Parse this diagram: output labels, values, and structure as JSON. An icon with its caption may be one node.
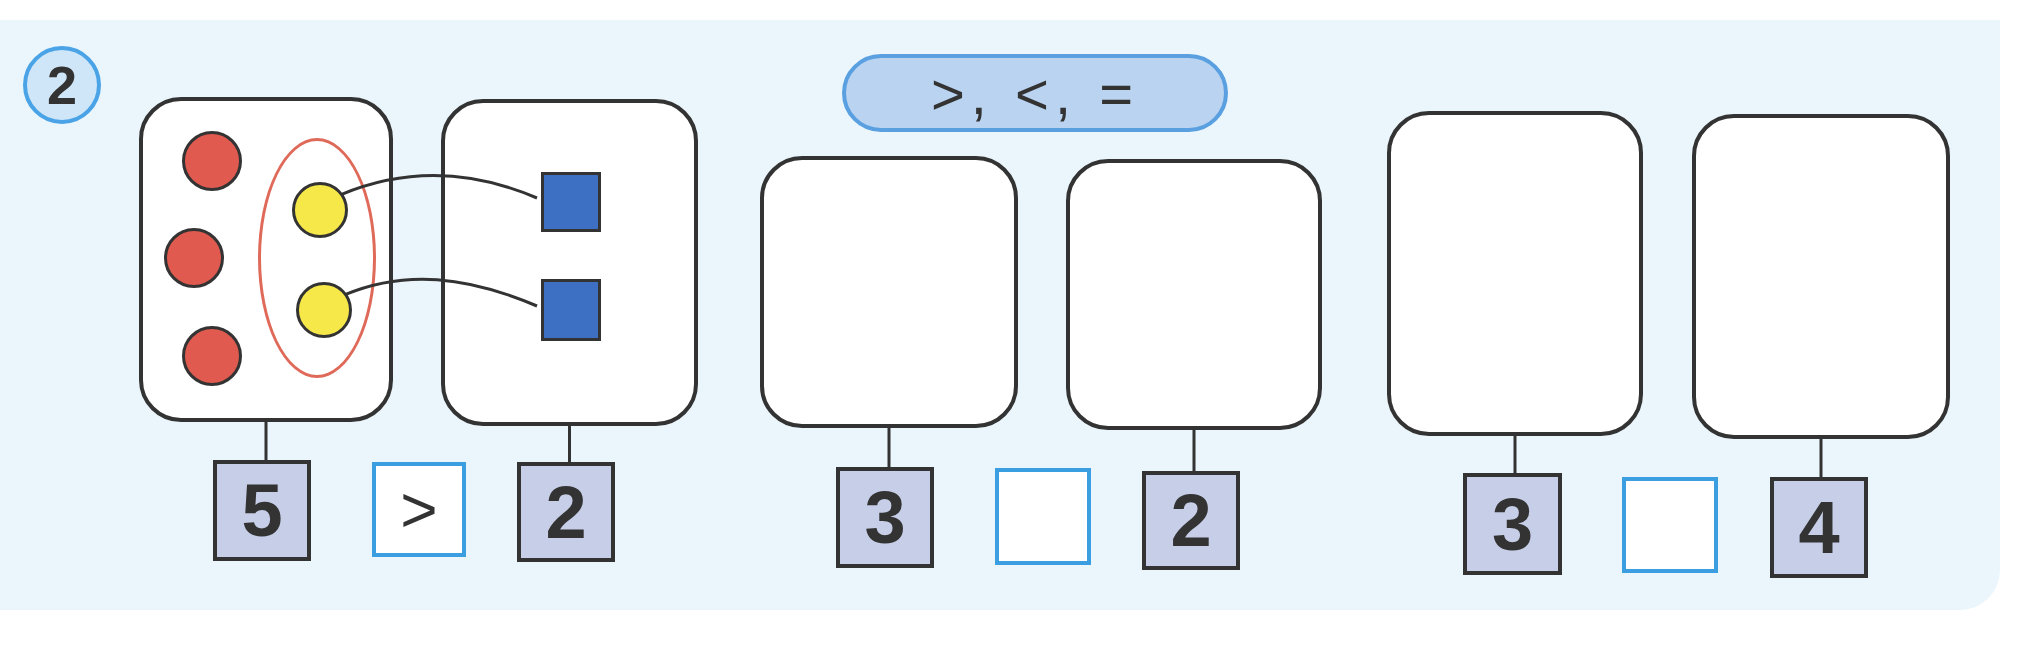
{
  "diagram": {
    "nodes": [
      {
        "text": [
          "2"
        ]
      },
      {
        "text": [
          ">, <, ="
        ]
      },
      {
        "text": [],
        "shape": "box"
      },
      {
        "text": [],
        "shape": "circle",
        "in": 2
      },
      {
        "text": [],
        "shape": "circle",
        "in": 2
      },
      {
        "text": [],
        "shape": "circle",
        "in": 2
      },
      {
        "text": [],
        "shape": "ellipse",
        "in": 2
      },
      {
        "text": [],
        "shape": "circle",
        "in": 6
      },
      {
        "text": [],
        "shape": "circle",
        "in": 6
      },
      {
        "text": [],
        "shape": "box"
      },
      {
        "text": [],
        "shape": "box",
        "in": 9
      },
      {
        "text": [],
        "shape": "box",
        "in": 9
      },
      {
        "text": [],
        "shape": "box"
      },
      {
        "text": [],
        "shape": "box"
      },
      {
        "text": [],
        "shape": "box"
      },
      {
        "text": [],
        "shape": "box"
      },
      {
        "text": [
          "5"
        ]
      },
      {
        "text": [
          ">"
        ]
      },
      {
        "text": [
          "2"
        ]
      },
      {
        "text": [
          "3"
        ]
      },
      {
        "text": [],
        "shape": "box"
      },
      {
        "text": [
          "2"
        ]
      },
      {
        "text": [
          "3"
        ]
      },
      {
        "text": [],
        "shape": "box"
      },
      {
        "text": [
          "4"
        ]
      }
    ],
    "edges": [
      {
        "from": 7,
        "to": 10,
        "arrow": "none"
      },
      {
        "from": 8,
        "to": 11,
        "arrow": "none"
      },
      {
        "from": 2,
        "to": 16,
        "arrow": "none"
      },
      {
        "from": 9,
        "to": 18,
        "arrow": "none"
      },
      {
        "from": 12,
        "to": 19,
        "arrow": "none"
      },
      {
        "from": 13,
        "to": 21,
        "arrow": "none"
      },
      {
        "from": 14,
        "to": 22,
        "arrow": "none"
      },
      {
        "from": 15,
        "to": 24,
        "arrow": "none"
      }
    ]
  }
}
